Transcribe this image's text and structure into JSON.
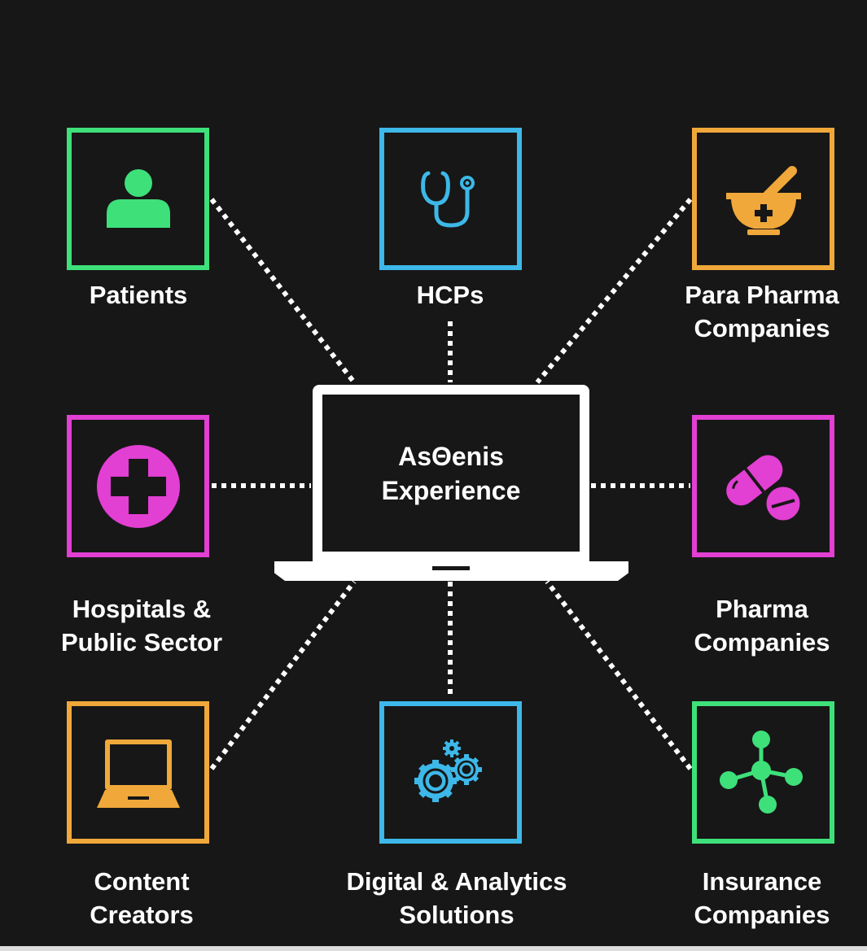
{
  "center": {
    "line1": "AsΘenis",
    "line2": "Experience"
  },
  "colors": {
    "green": "#3ee07a",
    "blue": "#3db8e8",
    "orange": "#f0a83a",
    "magenta": "#e23fd3",
    "background": "#171717"
  },
  "nodes": [
    {
      "label": [
        "Patients"
      ],
      "icon": "person-icon"
    },
    {
      "label": [
        "HCPs"
      ],
      "icon": "stethoscope-icon"
    },
    {
      "label": [
        "Para Pharma",
        "Companies"
      ],
      "icon": "mortar-pestle-icon"
    },
    {
      "label": [
        "Hospitals &",
        "Public Sector"
      ],
      "icon": "medical-cross-icon"
    },
    {
      "label": [
        "Pharma",
        "Companies"
      ],
      "icon": "pills-icon"
    },
    {
      "label": [
        "Content",
        "Creators"
      ],
      "icon": "laptop-icon"
    },
    {
      "label": [
        "Digital & Analytics",
        "Solutions"
      ],
      "icon": "gears-icon"
    },
    {
      "label": [
        "Insurance",
        "Companies"
      ],
      "icon": "network-icon"
    }
  ]
}
